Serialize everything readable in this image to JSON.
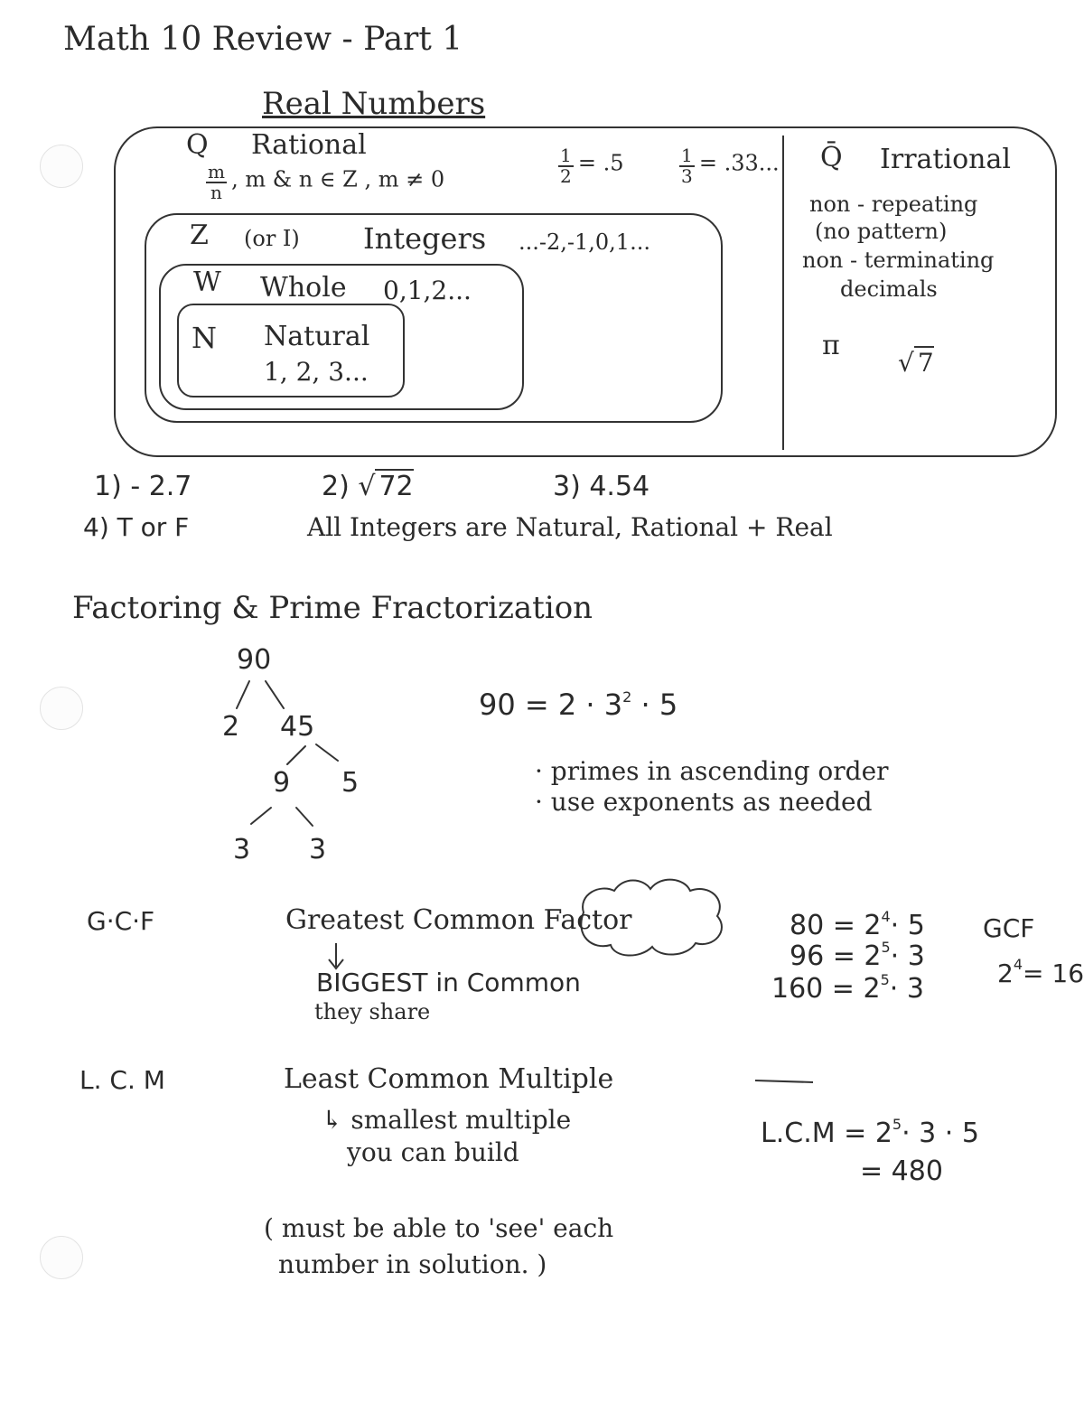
{
  "page": {
    "title": "Math 10 Review - Part 1"
  },
  "real_numbers": {
    "heading": "Real Numbers",
    "rational": {
      "symbol": "Q",
      "label": "Rational",
      "frac_num": "m",
      "frac_den": "n",
      "condition": ", m & n ∈ Z , m ≠ 0",
      "ex1_num": "1",
      "ex1_den": "2",
      "ex1_value": "= .5",
      "ex2_num": "1",
      "ex2_den": "3",
      "ex2_value": "= .33..."
    },
    "integers": {
      "symbol": "Z",
      "alt": "(or I)",
      "label": "Integers",
      "examples": "...-2,-1,0,1..."
    },
    "whole": {
      "symbol": "W",
      "label": "Whole",
      "examples": "0,1,2..."
    },
    "natural": {
      "symbol": "N",
      "label": "Natural",
      "examples": "1, 2, 3..."
    },
    "irrational": {
      "symbol": "Q̄",
      "label": "Irrational",
      "line1": "non - repeating",
      "line2": "(no pattern)",
      "line3": "non - terminating",
      "line4": "decimals",
      "example_pi": "π",
      "example_root_sign": "√",
      "example_root_value": "7"
    }
  },
  "questions": {
    "q1": "1) - 2.7",
    "q2_prefix": "2)",
    "q2_root_sign": "√",
    "q2_root_value": "72",
    "q3": "3) 4.54",
    "q4_prefix": "4) T or F",
    "q4_statement": "All Integers are Natural, Rational + Real"
  },
  "factoring": {
    "heading": "Factoring & Prime Fractorization",
    "tree": {
      "root": "90",
      "l1_left": "2",
      "l1_right": "45",
      "l2_left": "9",
      "l2_right": "5",
      "l3_left": "3",
      "l3_right": "3"
    },
    "result_left": "90 = 2 · 3",
    "result_exp": "2",
    "result_right": " · 5",
    "note1": "· primes in ascending order",
    "note2": "· use exponents as needed"
  },
  "gcf": {
    "label": "G·C·F",
    "term": "Greatest Common Factor",
    "meaning": "BIGGEST in Common",
    "meaning2": "they share",
    "ex1_left": "80 = 2",
    "ex1_exp": "4",
    "ex1_right": "· 5",
    "ex2_left": "96 = 2",
    "ex2_exp": "5",
    "ex2_right": "· 3",
    "ex3_left": "160 = 2",
    "ex3_exp": "5",
    "ex3_right": "· 3",
    "result_label": "GCF",
    "result_base": "2",
    "result_exp": "4",
    "result_value": "= 16"
  },
  "lcm": {
    "label": "L. C. M",
    "term": "Least Common Multiple",
    "meaning1": "↳ smallest multiple",
    "meaning2": "you can build",
    "result_left": "L.C.M = 2",
    "result_exp": "5",
    "result_right": "· 3 · 5",
    "result_value": "= 480",
    "note1": "( must be able to 'see' each",
    "note2": "number in solution. )"
  }
}
